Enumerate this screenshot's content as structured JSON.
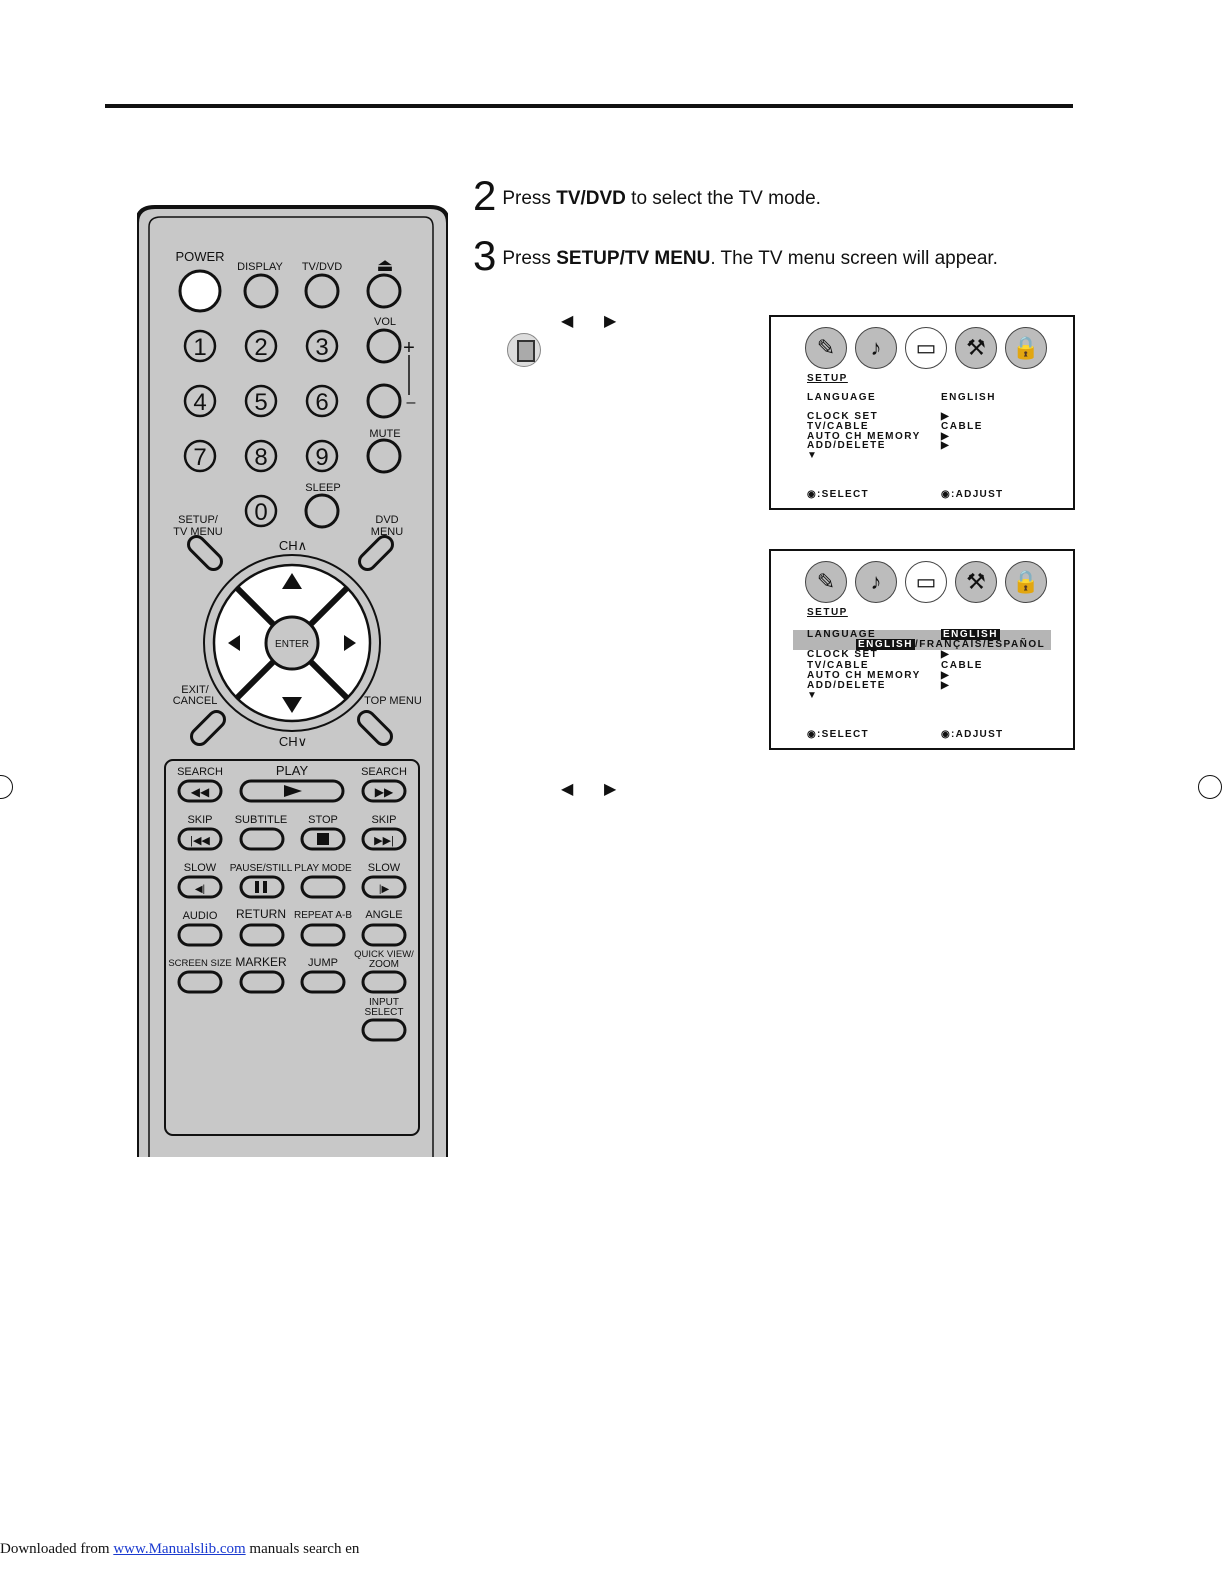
{
  "steps": [
    {
      "number": "2",
      "before": "Press ",
      "bold": "TV/DVD",
      "after": " to select the TV mode."
    },
    {
      "number": "3",
      "before": "Press ",
      "bold": "SETUP/TV MENU",
      "after": ". The TV menu screen will appear."
    }
  ],
  "arrows": {
    "left": "◀",
    "right": "▶"
  },
  "screen1": {
    "title": "SETUP",
    "rows": [
      {
        "label": "LANGUAGE",
        "value": "ENGLISH"
      },
      {
        "label": "CLOCK SET",
        "value": "▶"
      },
      {
        "label": "TV/CABLE",
        "value": "CABLE"
      },
      {
        "label": "AUTO CH MEMORY",
        "value": "▶"
      },
      {
        "label": "ADD/DELETE",
        "value": "▶"
      }
    ],
    "more": "▼",
    "select": "◉:SELECT",
    "adjust": "◉:ADJUST"
  },
  "screen2": {
    "title": "SETUP",
    "lang_label": "LANGUAGE",
    "lang_value": "ENGLISH",
    "options_selected": "ENGLISH",
    "options_rest": "/FRANÇAIS/ESPAÑOL",
    "rows": [
      {
        "label": "CLOCK SET",
        "value": "▶"
      },
      {
        "label": "TV/CABLE",
        "value": "CABLE"
      },
      {
        "label": "AUTO CH MEMORY",
        "value": "▶"
      },
      {
        "label": "ADD/DELETE",
        "value": "▶"
      }
    ],
    "more": "▼",
    "select": "◉:SELECT",
    "adjust": "◉:ADJUST"
  },
  "remote": {
    "power": "POWER",
    "display": "DISPLAY",
    "tvdvd": "TV/DVD",
    "eject": "⏏",
    "vol": "VOL",
    "plus": "+",
    "minus": "–",
    "mute": "MUTE",
    "sleep": "SLEEP",
    "digits": [
      "1",
      "2",
      "3",
      "4",
      "5",
      "6",
      "7",
      "8",
      "9",
      "0"
    ],
    "setup_menu": [
      "SETUP/",
      "TV MENU"
    ],
    "dvd_menu": [
      "DVD",
      "MENU"
    ],
    "ch_up": "CH∧",
    "ch_down": "CH∨",
    "enter": "ENTER",
    "exit_cancel": [
      "EXIT/",
      "CANCEL"
    ],
    "top_menu": "TOP MENU",
    "search_l": "SEARCH",
    "play": "PLAY",
    "search_r": "SEARCH",
    "skip_l": "SKIP",
    "subtitle": "SUBTITLE",
    "stop": "STOP",
    "skip_r": "SKIP",
    "slow_l": "SLOW",
    "pause_still": "PAUSE/STILL",
    "play_mode": "PLAY MODE",
    "slow_r": "SLOW",
    "audio": "AUDIO",
    "return": "RETURN",
    "repeat_ab": "REPEAT A-B",
    "angle": "ANGLE",
    "screen_size": "SCREEN SIZE",
    "marker": "MARKER",
    "jump": "JUMP",
    "quick_view_zoom": [
      "QUICK VIEW/",
      "ZOOM"
    ],
    "input_select": [
      "INPUT",
      "SELECT"
    ]
  },
  "footer": {
    "prefix": "Downloaded from ",
    "link": "www.Manualslib.com",
    "suffix": "  manuals search en"
  }
}
